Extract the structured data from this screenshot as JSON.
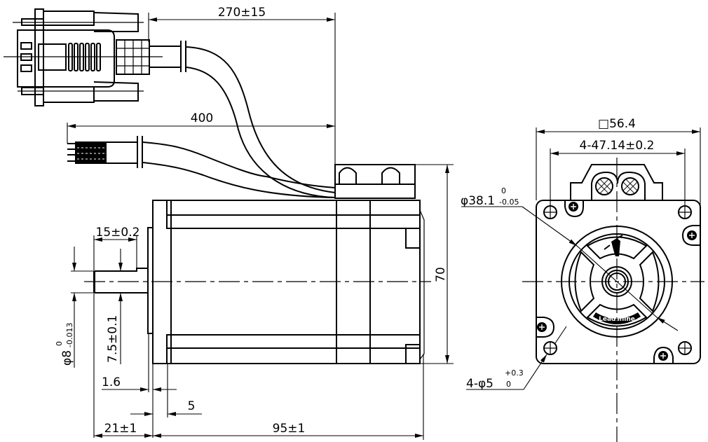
{
  "drawing": {
    "colors": {
      "line": "#000000",
      "background": "#ffffff"
    },
    "dimensions": {
      "encoder_cable_length": "270±15",
      "power_cable_length": "400",
      "shaft_length": "15±0.2",
      "shaft_diameter_main": "φ8",
      "shaft_diameter_upper": "0",
      "shaft_diameter_lower": "-0.013",
      "flat_depth": "7.5±0.1",
      "flange_thickness": "1.6",
      "pilot_depth": "5",
      "shaft_extension": "21±1",
      "body_length": "95±1",
      "body_height": "70",
      "flange_square": "□56.4",
      "hole_spacing": "4-47.14±0.2",
      "pilot_diameter_main": "φ38.1",
      "pilot_diameter_upper": "0",
      "pilot_diameter_lower": "-0.05",
      "mount_holes_main": "4-φ5",
      "mount_holes_upper": "+0.3",
      "mount_holes_lower": "0"
    },
    "logo_text": "Leadshine"
  }
}
